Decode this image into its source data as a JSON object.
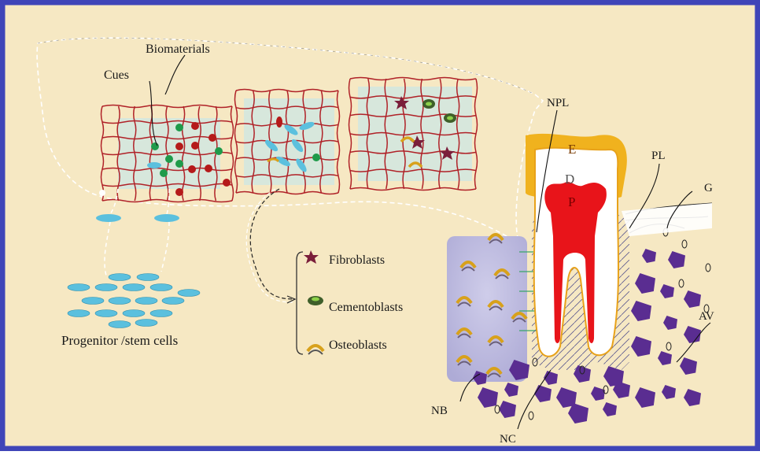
{
  "labels": {
    "biomaterials": "Biomaterials",
    "cues": "Cues",
    "progenitor": "Progenitor /stem cells",
    "npl": "NPL",
    "pl": "PL",
    "g": "G",
    "av": "AV",
    "nb": "NB",
    "nc": "NC",
    "e": "E",
    "d": "D",
    "p": "P"
  },
  "legend": [
    {
      "label": "Fibroblasts",
      "icon": "fibroblast-icon"
    },
    {
      "label": "Cementoblasts",
      "icon": "cementoblast-icon"
    },
    {
      "label": "Osteoblasts",
      "icon": "osteoblast-icon"
    }
  ],
  "colors": {
    "border": "#3f45b8",
    "background": "#f6e8c3",
    "scaffold": "#b02228",
    "cue_green": "#1f9a4a",
    "cue_red": "#b51a1a",
    "stem_cell": "#5bc0de",
    "enamel": "#f0b21e",
    "pulp": "#e8141a",
    "bone_pad": "#b9b6dc",
    "alveolar": "#5a2d91"
  }
}
